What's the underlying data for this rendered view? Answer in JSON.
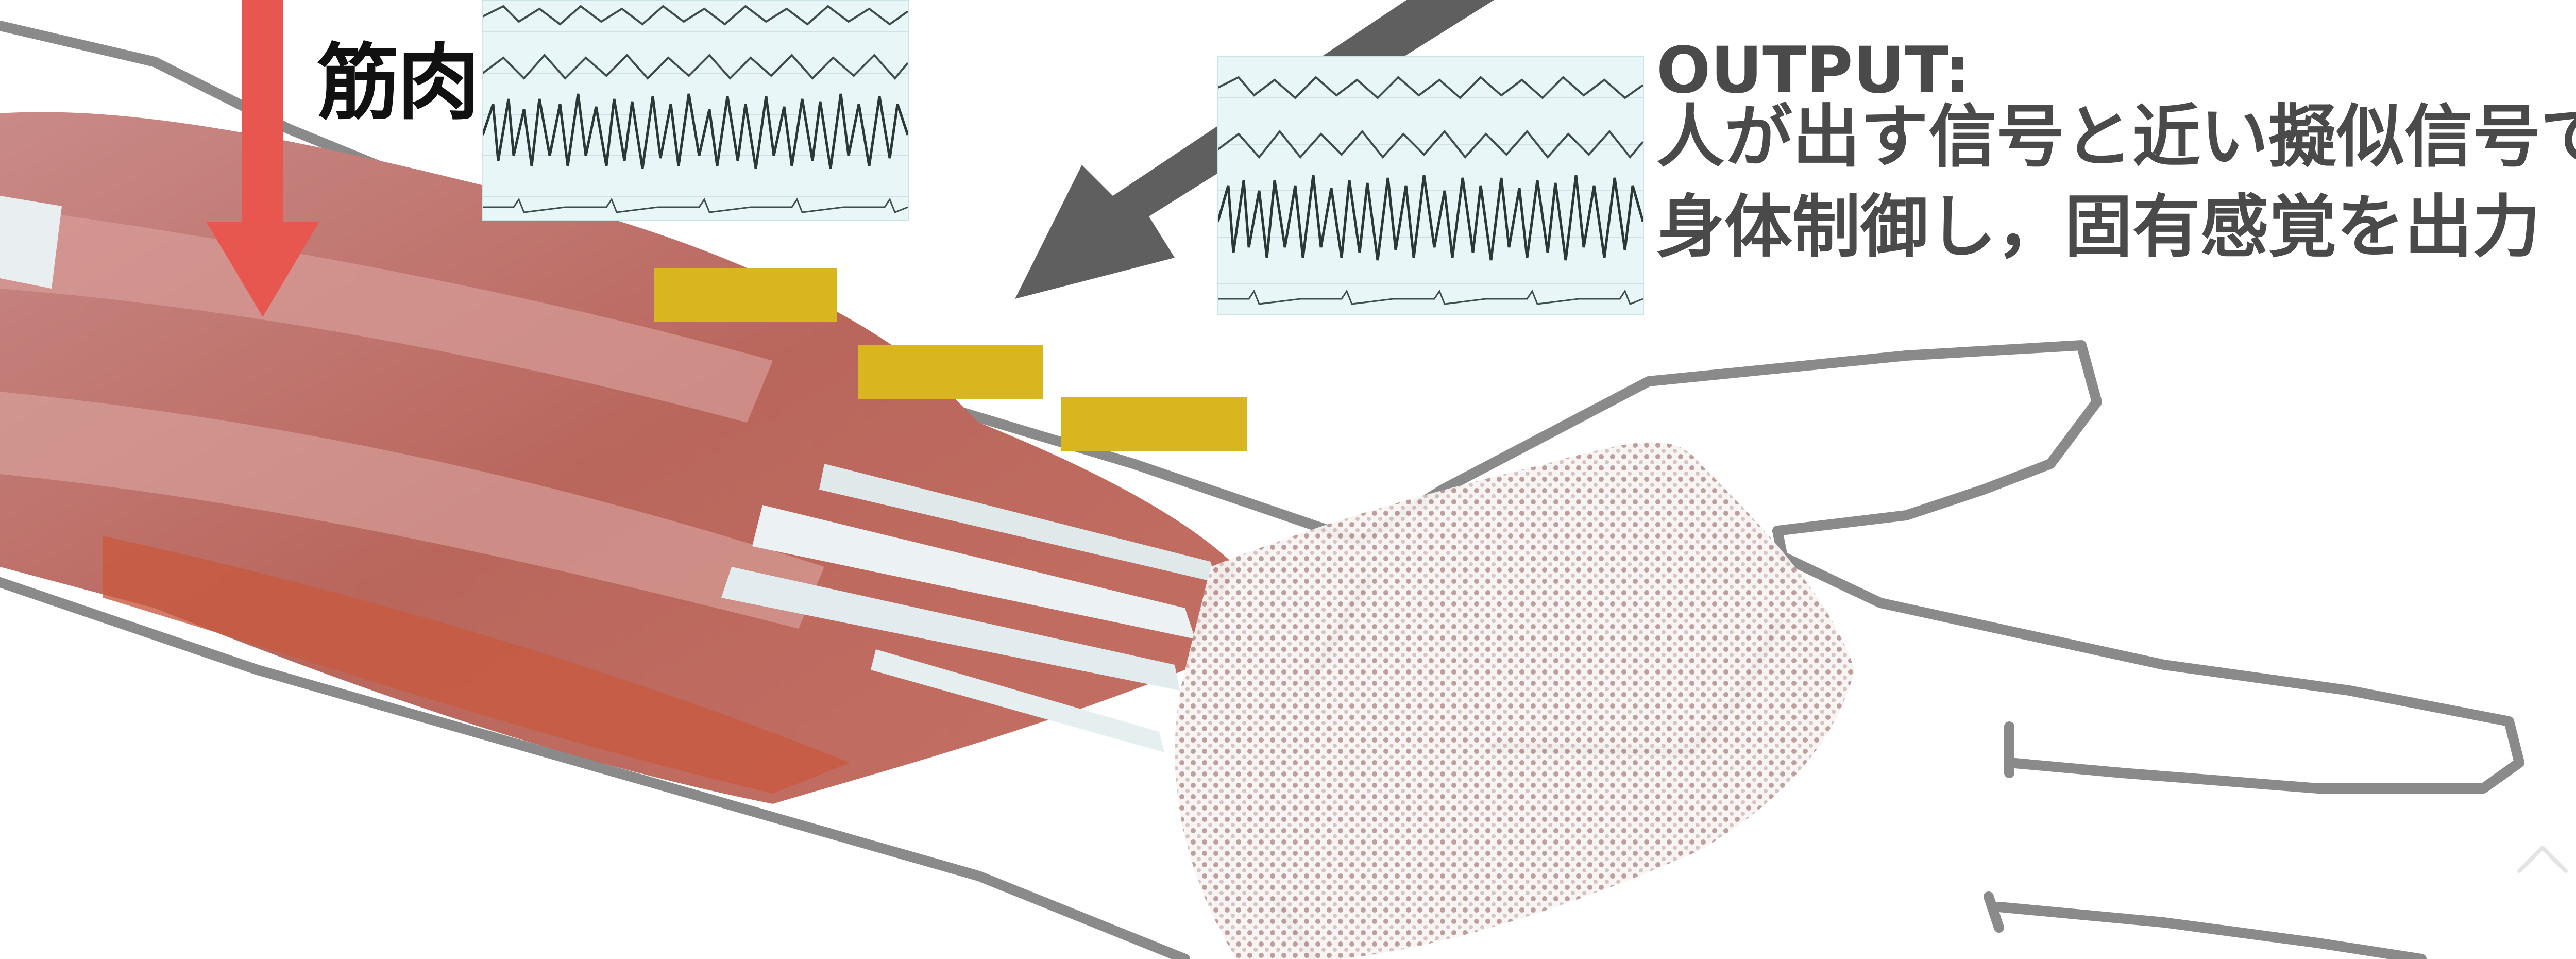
{
  "labels": {
    "muscle": "筋肉"
  },
  "output": {
    "title": "OUTPUT:",
    "line1": "人が出す信号と近い擬似信号で",
    "line2": "身体制御し，固有感覚を出力"
  },
  "colors": {
    "arrow_red": "#e8574f",
    "arrow_gray": "#5f5f5f",
    "outline_gray": "#8a8a8a",
    "marker_yellow": "#d9b520",
    "text_gray": "#4a4a4a"
  },
  "icons": {
    "red_arrow": "arrow-down",
    "gray_arrow": "arrow-down-left",
    "corner": "chevron-up"
  }
}
